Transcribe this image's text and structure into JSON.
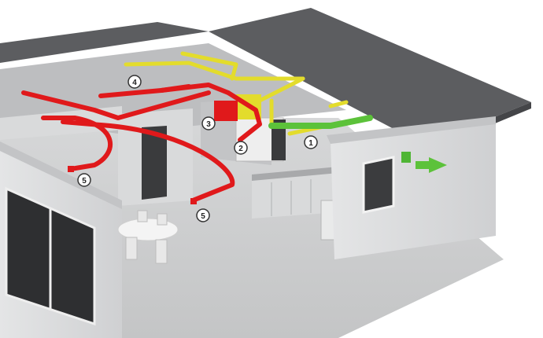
{
  "colors": {
    "roof": "#5c5d60",
    "roof_edge": "#444548",
    "wall": "#d9dadb",
    "wall_shade": "#c3c4c6",
    "floor": "#cfd0d1",
    "supply_duct": "#e0191b",
    "extract_duct": "#e3dc2c",
    "fresh_air_duct": "#5cc23a",
    "arrow": "#5cc23a",
    "callout_fill": "#ffffff",
    "callout_stroke": "#333333"
  },
  "callouts": [
    {
      "id": "fresh-air-intake",
      "label": "1"
    },
    {
      "id": "ventilation-unit",
      "label": "2"
    },
    {
      "id": "supply-plenum",
      "label": "3"
    },
    {
      "id": "distribution-manifold",
      "label": "4"
    },
    {
      "id": "supply-outlet-living",
      "label": "5"
    },
    {
      "id": "supply-outlet-dining",
      "label": "5"
    }
  ]
}
